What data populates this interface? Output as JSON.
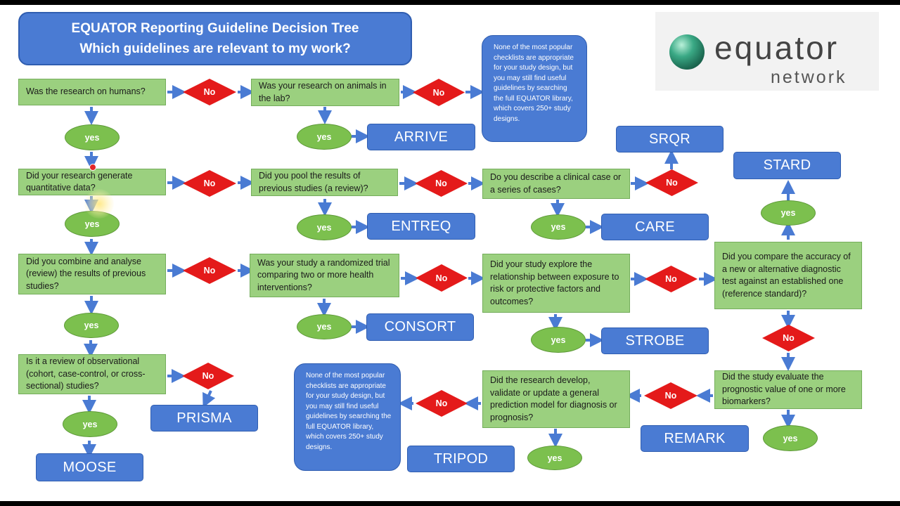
{
  "title": {
    "line1": "EQUATOR Reporting Guideline Decision Tree",
    "line2": "Which guidelines are relevant to my work?"
  },
  "logo": {
    "word1": "equator",
    "word2": "network",
    "icon": "globe-icon"
  },
  "labels": {
    "yes": "yes",
    "no": "No"
  },
  "questions": {
    "humans": "Was the research on humans?",
    "animals": "Was your research on animals in the lab?",
    "quantitative": "Did your research generate quantitative data?",
    "pool": "Did you pool the results of previous studies (a review)?",
    "clinical_case": "Do you describe a clinical case or a series of cases?",
    "combine": "Did you combine and analyse (review) the results of previous studies?",
    "rct": "Was your study a randomized trial comparing two or more health interventions?",
    "exposure": "Did your study explore the relationship between exposure to risk or protective factors and outcomes?",
    "diagnostic": "Did you compare the accuracy of a new or alternative diagnostic test against an established one (reference standard)?",
    "observational": "Is it a review of observational (cohort, case-control, or cross-sectional) studies?",
    "prediction": "Did the research develop, validate or update a general prediction model for diagnosis or prognosis?",
    "biomarkers": "Did the study evaluate the prognostic value of one or more biomarkers?"
  },
  "guidelines": {
    "arrive": "ARRIVE",
    "srqr": "SRQR",
    "stard": "STARD",
    "entreq": "ENTREQ",
    "care": "CARE",
    "consort": "CONSORT",
    "strobe": "STROBE",
    "prisma": "PRISMA",
    "moose": "MOOSE",
    "tripod": "TRIPOD",
    "remark": "REMARK"
  },
  "note_text": "None of the most popular checklists are appropriate for your study design, but you may still find useful guidelines by searching the full EQUATOR library, which covers 250+ study designs.",
  "colors": {
    "question_fill": "#9bd07f",
    "guideline_fill": "#4a7bd3",
    "yes_fill": "#7cc04e",
    "no_fill": "#e41a1a",
    "arrow": "#4a7bd3"
  }
}
